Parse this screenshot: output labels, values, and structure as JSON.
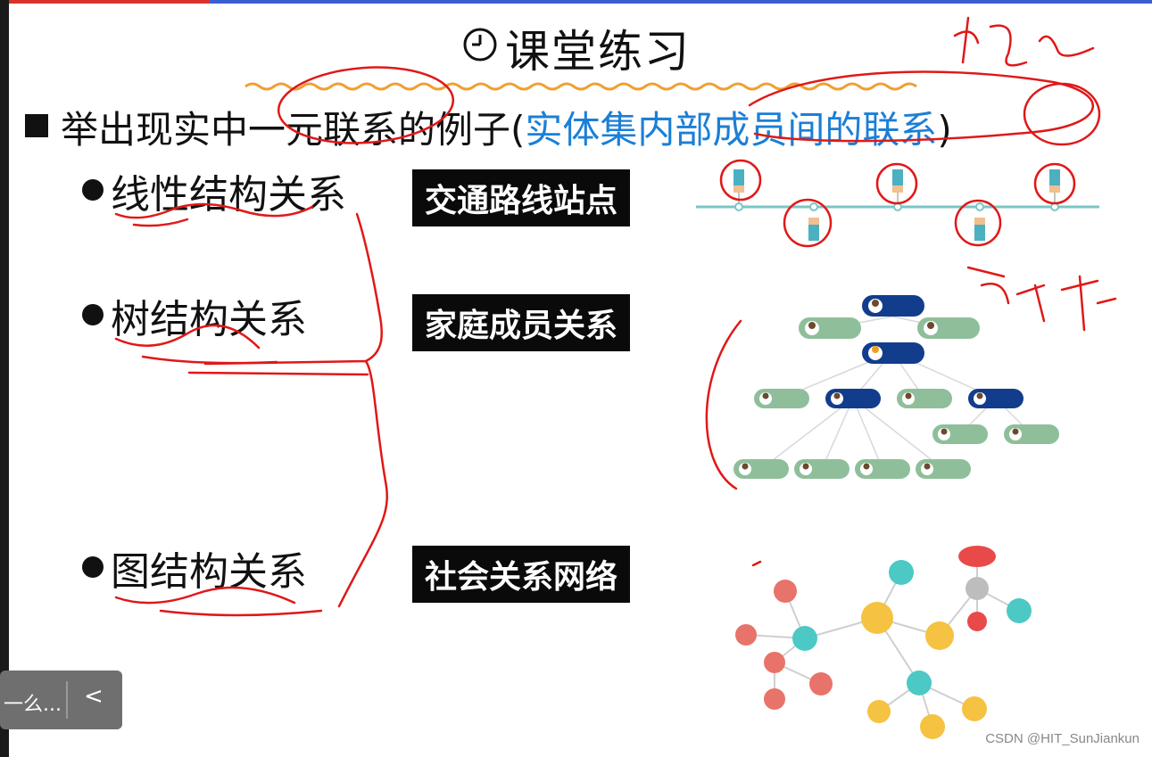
{
  "slide": {
    "title": "课堂练习",
    "main_prefix": "举出现实中一元联系的例子(",
    "main_highlight": "实体集内部成员间的联系",
    "main_suffix": ")",
    "items": [
      {
        "label": "线性结构关系",
        "example": "交通路线站点"
      },
      {
        "label": "树结构关系",
        "example": "家庭成员关系"
      },
      {
        "label": "图结构关系",
        "example": "社会关系网络"
      }
    ]
  },
  "toolbar": {
    "pill_text": "一么...",
    "chevron": "<"
  },
  "watermark": "CSDN @HIT_SunJiankun",
  "colors": {
    "highlight": "#1b7fd6",
    "annotation": "#e01818",
    "tree_dark": "#123d8c",
    "tree_light": "#8fbf9a",
    "graph_red": "#e8736a",
    "graph_teal": "#4cc9c4",
    "graph_yellow": "#f5c242"
  }
}
